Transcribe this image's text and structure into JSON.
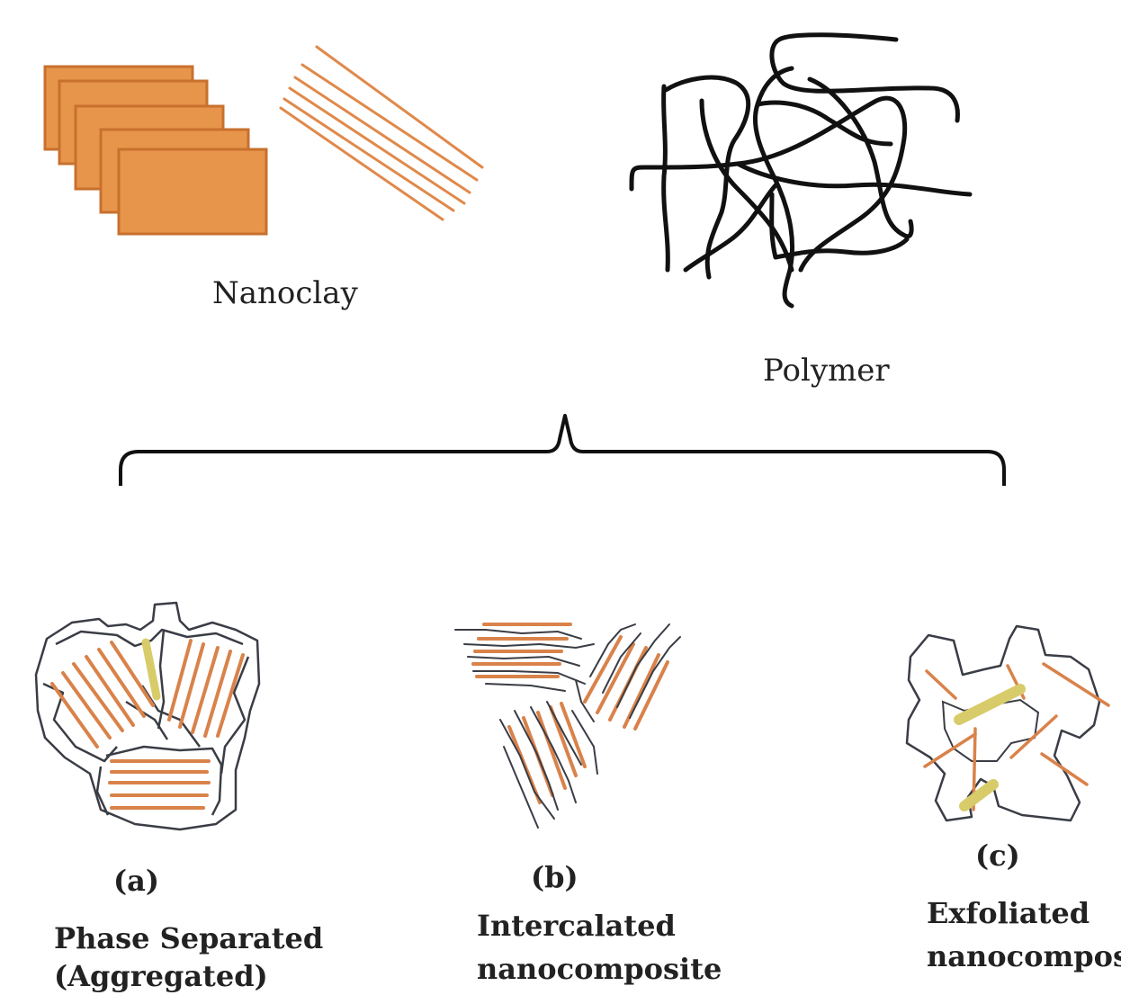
{
  "colors": {
    "clay": "#E7954A",
    "clay_edge": "#C8702E",
    "clay_line": "#D9824A",
    "polymer": "#111111",
    "polymer_thin": "#3a3d45",
    "tactoid_yellow": "#D8CC6A",
    "text": "#222222"
  },
  "labels": {
    "nanoclay": "Nanoclay",
    "polymer": "Polymer",
    "a_tag": "(a)",
    "a_title_1": "Phase Separated",
    "a_title_2": "(Aggregated)",
    "b_tag": "(b)",
    "b_title_1": "Intercalated",
    "b_title_2": "nanocomposite",
    "c_tag": "(c)",
    "c_title_1": "Exfoliated",
    "c_title_2": "nanocomposi"
  },
  "icons": [
    "nanoclay-platelets-icon",
    "polymer-chains-icon",
    "brace-icon"
  ]
}
